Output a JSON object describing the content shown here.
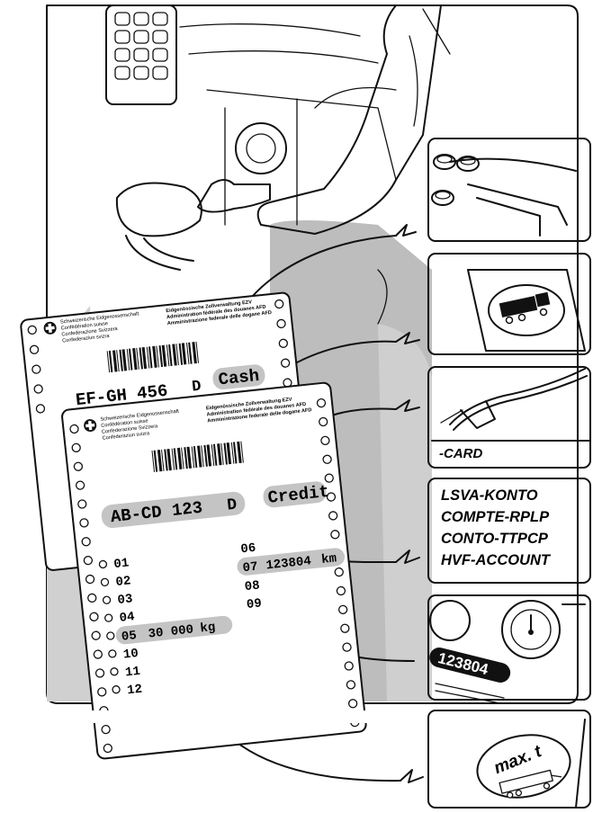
{
  "form_back": {
    "header_de": "Schweizerische Eidgenossenschaft",
    "header_fr": "Confédération suisse",
    "header_it": "Confederazione Svizzera",
    "header_rm": "Confederaziun svizra",
    "office_de": "Eidgenössische Zollverwaltung EZV",
    "office_fr": "Administration fédérale des douanes AFD",
    "office_it": "Amministrazione federale delle dogane AFD",
    "plate": "EF-GH 456",
    "country": "D",
    "payment": "Cash"
  },
  "form_front": {
    "header_de": "Schweizerische Eidgenossenschaft",
    "header_fr": "Confédération suisse",
    "header_it": "Confederazione Svizzera",
    "header_rm": "Confederaziun svizra",
    "office_de": "Eidgenössische Zollverwaltung EZV",
    "office_fr": "Administration fédérale des douanes AFD",
    "office_it": "Amministrazione federale delle dogane AFD",
    "plate": "AB-CD 123",
    "country": "D",
    "payment": "Credit",
    "fields_left": [
      "01",
      "02",
      "03",
      "04"
    ],
    "weight_code": "05",
    "weight_value": "30 000",
    "weight_unit": "kg",
    "fields_left_bottom": [
      "10",
      "11",
      "12"
    ],
    "fields_right_top": [
      "06"
    ],
    "km_code": "07",
    "km_value": "123804",
    "km_unit": "km",
    "fields_right_bottom": [
      "08",
      "09"
    ]
  },
  "panels": {
    "card_label": "-CARD",
    "accounts": [
      "LSVA-KONTO",
      "COMPTE-RPLP",
      "CONTO-TTPCP",
      "HVF-ACCOUNT"
    ],
    "odometer": "123804",
    "max_label": "max. t"
  },
  "colors": {
    "highlight": "#c4c4c4",
    "ink": "#111111",
    "panel_shade": "#d9d9d9"
  }
}
